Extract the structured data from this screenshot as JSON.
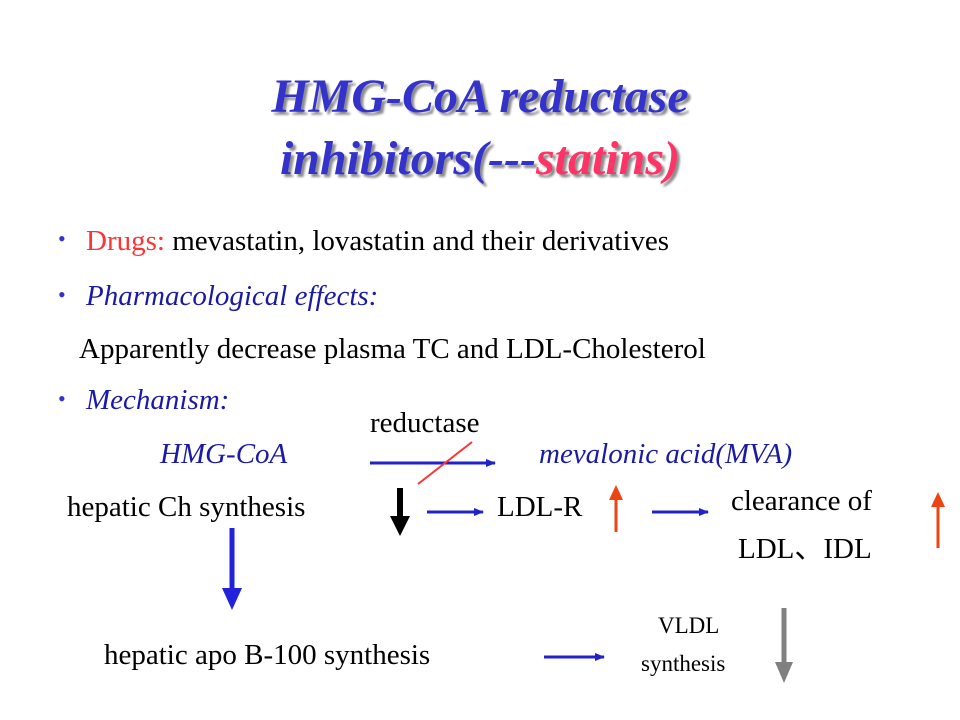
{
  "title": {
    "line1": "HMG-CoA reductase",
    "line2_part1": "inhibitors(---",
    "line2_part2": "statins)"
  },
  "bullets": {
    "drugs_label": "Drugs:",
    "drugs_text": " mevastatin, lovastatin and their derivatives",
    "effects_label": "Pharmacological  effects:",
    "effects_text": "Apparently decrease plasma TC and LDL-Cholesterol",
    "mechanism_label": "Mechanism:"
  },
  "diagram": {
    "reductase": "reductase",
    "hmg_coa": "HMG-CoA",
    "mva": "mevalonic acid(MVA)",
    "hepatic_ch": "hepatic Ch synthesis",
    "ldl_r": "LDL-R",
    "clearance_line1": "clearance of",
    "clearance_line2": "LDL、IDL",
    "apo_b": "hepatic apo B-100 synthesis",
    "vldl_line1": "VLDL",
    "vldl_line2": "synthesis"
  },
  "colors": {
    "title_blue": "#3333cc",
    "title_pink": "#ff3366",
    "label_red": "#ff3333",
    "arrow_blue": "#2222cc",
    "arrow_orange": "#ee4411",
    "arrow_gray": "#808080",
    "arrow_black": "#000000"
  }
}
